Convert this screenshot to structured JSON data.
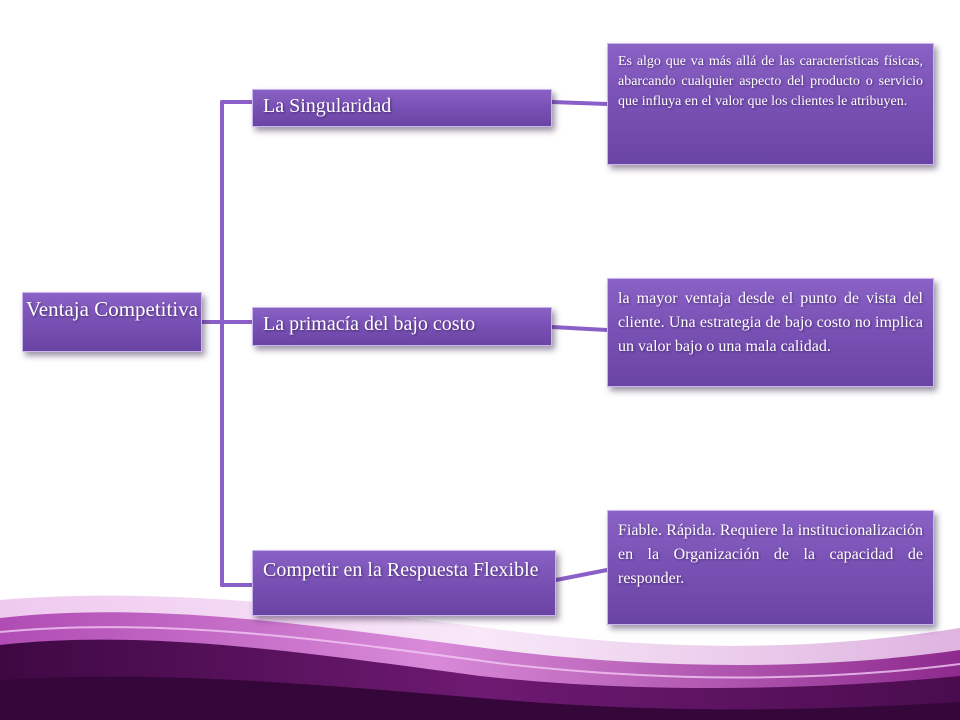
{
  "diagram": {
    "root": {
      "label": "Ventaja Competitiva"
    },
    "branches": [
      {
        "label": "La Singularidad",
        "description": "Es algo que va más allá de las características físicas, abarcando cualquier aspecto del producto o servicio que influya en el valor que los clientes le atribuyen."
      },
      {
        "label": "La primacía del bajo costo",
        "description": "la mayor ventaja desde el punto de vista del cliente. Una estrategia de bajo costo no implica un valor bajo o una mala calidad."
      },
      {
        "label": "Competir en la Respuesta Flexible",
        "description": "Fiable. Rápida. Requiere la institucionalización en la Organización de la capacidad de responder."
      }
    ]
  },
  "colors": {
    "box_fill": "#7a52b6",
    "box_border": "#c9b6ec",
    "connector": "#8a60c8",
    "wave_dark": "#5a0e5e",
    "wave_mid": "#8e2a8e",
    "wave_light": "#c77ac9"
  }
}
